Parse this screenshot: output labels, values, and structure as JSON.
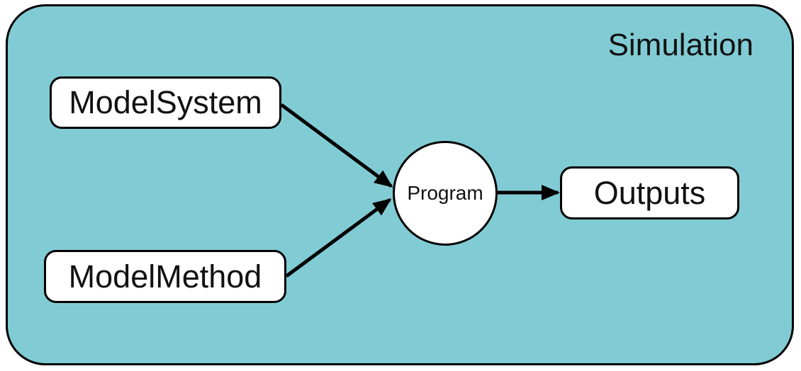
{
  "diagram": {
    "title": "Simulation",
    "colors": {
      "container_fill": "#81ccd4",
      "node_fill": "#ffffff",
      "stroke": "#000000",
      "text": "#111111"
    },
    "nodes": [
      {
        "id": "model-system",
        "label": "ModelSystem",
        "shape": "rounded-rect"
      },
      {
        "id": "model-method",
        "label": "ModelMethod",
        "shape": "rounded-rect"
      },
      {
        "id": "program",
        "label": "Program",
        "shape": "circle"
      },
      {
        "id": "outputs",
        "label": "Outputs",
        "shape": "rounded-rect"
      }
    ],
    "edges": [
      {
        "from": "ModelSystem",
        "to": "Program"
      },
      {
        "from": "ModelMethod",
        "to": "Program"
      },
      {
        "from": "Program",
        "to": "Outputs"
      }
    ]
  }
}
